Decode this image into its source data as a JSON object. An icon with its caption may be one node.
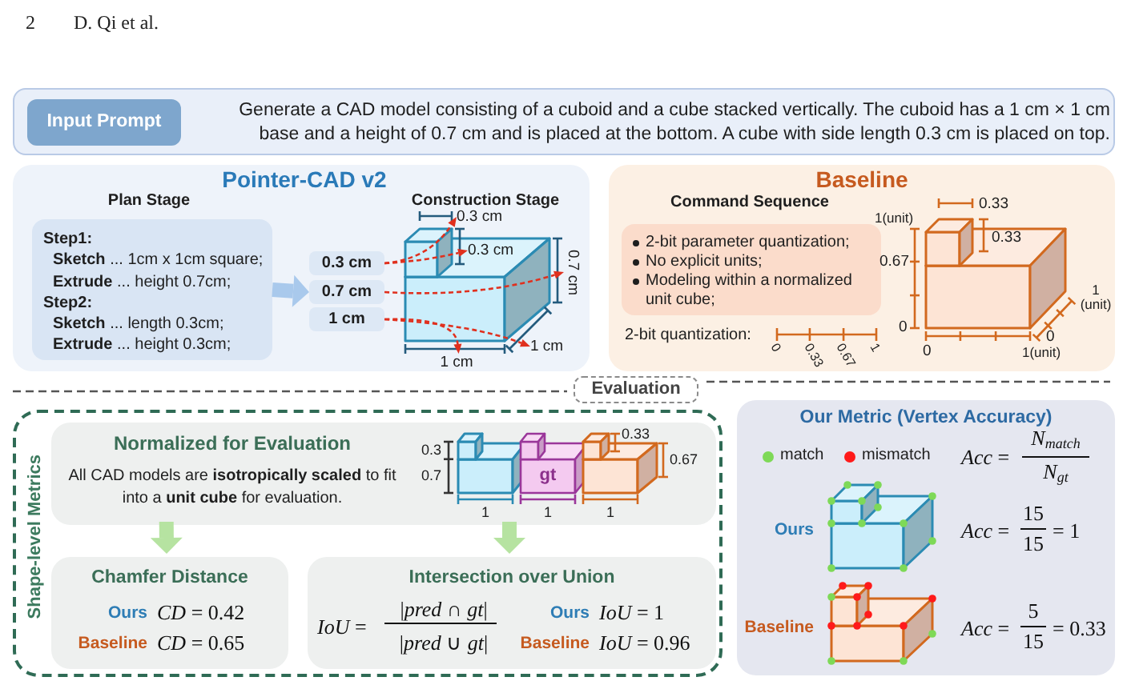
{
  "diagram": {
    "nodes": [
      {
        "text": [
          "Generate a CAD model consisting of a cuboid and a cube stacked vertically. The cuboid has a 1 cm × 1 cm base and a height of 0.7 cm and is placed at the bottom. A cube with side length 0.3 cm is placed on top."
        ]
      },
      {
        "text": [
          "Input Prompt"
        ],
        "in": 0
      },
      {
        "text": [
          "Pointer-CAD v2",
          "Plan Stage",
          "Construction Stage"
        ]
      },
      {
        "text": [
          "Step1:",
          "**Sketch** ... 1cm x 1cm square;",
          "**Extrude** ... height 0.7cm;",
          "Step2:",
          "**Sketch** ... length 0.3cm;",
          "**Extrude** ... height 0.3cm;"
        ],
        "in": 2
      },
      {
        "text": [
          "0.3 cm"
        ],
        "in": 2
      },
      {
        "text": [
          "0.7 cm"
        ],
        "in": 2
      },
      {
        "text": [
          "1 cm"
        ],
        "in": 2
      },
      {
        "text": [
          "0.3 cm"
        ],
        "in": 2
      },
      {
        "text": [
          "0.3 cm"
        ],
        "in": 2
      },
      {
        "text": [
          "0.7 cm"
        ],
        "in": 2
      },
      {
        "text": [
          "1 cm"
        ],
        "in": 2
      },
      {
        "text": [
          "1 cm"
        ],
        "in": 2
      },
      {
        "text": [
          "Baseline",
          "Command Sequence"
        ]
      },
      {
        "text": [
          "2-bit parameter quantization;",
          "No explicit units;",
          "Modeling within a normalized unit cube;"
        ],
        "in": 12
      },
      {
        "text": [
          "Evaluation"
        ]
      },
      {
        "text": [
          "Shape-level Metrics"
        ]
      },
      {
        "text": [
          "Normalized for Evaluation",
          "All CAD models are **isotropically scaled** to fit into a **unit cube** for evaluation."
        ],
        "in": 15
      },
      {
        "text": [
          "Chamfer Distance",
          "Ours",
          "*CD* = 0.42",
          "Baseline",
          "*CD* = 0.65"
        ],
        "in": 15
      },
      {
        "text": [
          "Intersection over Union",
          "*IoU* =",
          "|*pred* ∩ *gt*|",
          "|*pred* ∪ *gt*|",
          "Ours",
          "*IoU* = 1",
          "Baseline",
          "*IoU* = 0.96"
        ],
        "in": 15
      },
      {
        "text": [
          "Our Metric (Vertex Accuracy)",
          "*Acc* =",
          "*N*$_{match}$",
          "*N*$_{gt}$",
          "Ours",
          "*Acc* =",
          "15",
          "15",
          "= 1",
          "Baseline",
          "*Acc* =",
          "5",
          "15",
          "= 0.33"
        ]
      }
    ],
    "edges": [
      {
        "from": 3,
        "to": 5,
        "arrow": "to",
        "style": "thick",
        "color": "#a9c9ec"
      },
      {
        "from": 4,
        "to": 7,
        "arrow": "to",
        "style": "dashed"
      },
      {
        "from": 4,
        "to": 8,
        "arrow": "to",
        "style": "dashed"
      },
      {
        "from": 5,
        "to": 9,
        "arrow": "to",
        "style": "dashed"
      },
      {
        "from": 6,
        "to": 10,
        "arrow": "to",
        "style": "dashed"
      },
      {
        "from": 6,
        "to": 11,
        "arrow": "to",
        "style": "dashed"
      },
      {
        "from": 16,
        "to": 17,
        "arrow": "to",
        "style": "thick",
        "color": "#b6e3a1"
      },
      {
        "from": 16,
        "to": 18,
        "arrow": "to",
        "style": "thick",
        "color": "#b6e3a1"
      }
    ],
    "labels": [
      "2",
      "D. Qi et al.",
      "0.33",
      "1(unit)",
      "0.33",
      "0.67",
      "1 (unit)",
      "0",
      "0",
      "2-bit quantization:",
      "0",
      "0.33",
      "0.67",
      "1",
      "0",
      "1(unit)",
      "0.33",
      "0.3",
      "0.67",
      "gt",
      "0.7",
      "1",
      "1",
      "1"
    ],
    "legend": [
      {
        "text": "match",
        "color": "#7ed957"
      },
      {
        "text": "mismatch",
        "color": "#ff1a1a"
      }
    ]
  }
}
